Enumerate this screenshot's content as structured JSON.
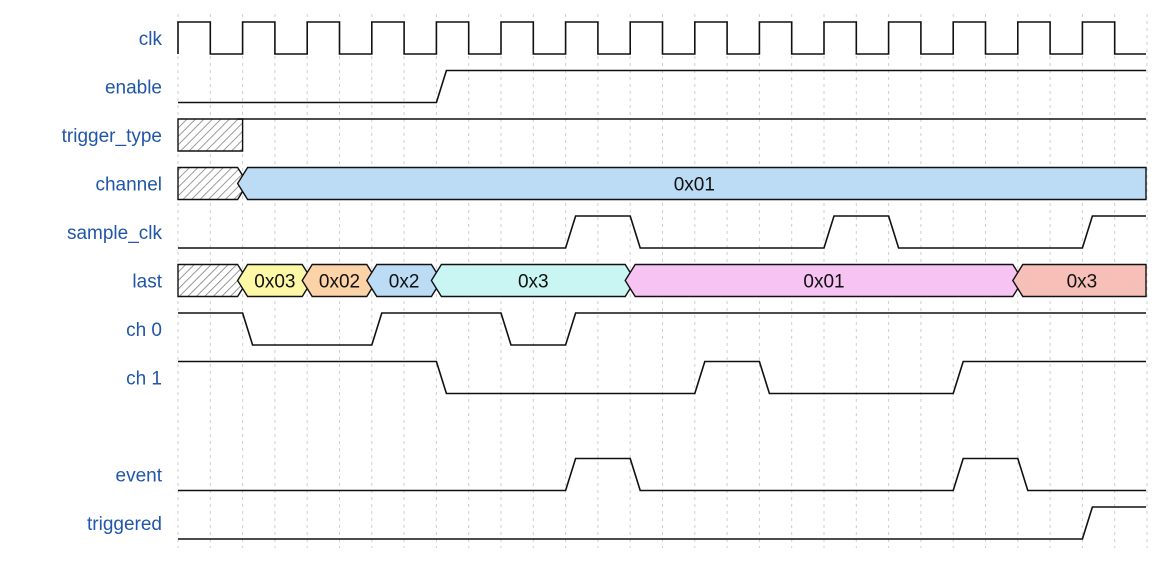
{
  "timing": {
    "cycles": 15,
    "colors": {
      "label": "#2156a8",
      "hatch": "#808080",
      "yellow": "#fdf8a6",
      "orange": "#fcd3a6",
      "blue": "#bcdcf6",
      "cyan": "#c9f6f3",
      "magenta": "#f6c3f3",
      "salmon": "#f6c0b8"
    },
    "signals": [
      {
        "name": "clk",
        "type": "clock"
      },
      {
        "name": "enable",
        "type": "wire",
        "levels": [
          0,
          0,
          0,
          0,
          1,
          1,
          1,
          1,
          1,
          1,
          1,
          1,
          1,
          1,
          1
        ]
      },
      {
        "name": "trigger_type",
        "type": "bus",
        "segments": [
          {
            "start": 0,
            "end": 1,
            "kind": "x"
          },
          {
            "start": 1,
            "end": 15,
            "kind": "z"
          }
        ]
      },
      {
        "name": "channel",
        "type": "bus",
        "segments": [
          {
            "start": 0,
            "end": 1,
            "kind": "x"
          },
          {
            "start": 1,
            "end": 15,
            "kind": "data",
            "label": "0x01",
            "color": "blue"
          }
        ]
      },
      {
        "name": "sample_clk",
        "type": "wire",
        "levels": [
          0,
          0,
          0,
          0,
          0,
          0,
          1,
          0,
          0,
          0,
          1,
          0,
          0,
          0,
          1
        ]
      },
      {
        "name": "last",
        "type": "bus",
        "segments": [
          {
            "start": 0,
            "end": 1,
            "kind": "x"
          },
          {
            "start": 1,
            "end": 2,
            "kind": "data",
            "label": "0x03",
            "color": "yellow"
          },
          {
            "start": 2,
            "end": 3,
            "kind": "data",
            "label": "0x02",
            "color": "orange"
          },
          {
            "start": 3,
            "end": 4,
            "kind": "data",
            "label": "0x2",
            "color": "blue"
          },
          {
            "start": 4,
            "end": 7,
            "kind": "data",
            "label": "0x3",
            "color": "cyan"
          },
          {
            "start": 7,
            "end": 13,
            "kind": "data",
            "label": "0x01",
            "color": "magenta"
          },
          {
            "start": 13,
            "end": 15,
            "kind": "data",
            "label": "0x3",
            "color": "salmon"
          }
        ]
      },
      {
        "name": "ch 0",
        "type": "wire",
        "levels": [
          1,
          0,
          0,
          1,
          1,
          0,
          1,
          1,
          1,
          1,
          1,
          1,
          1,
          1,
          1
        ]
      },
      {
        "name": "ch 1",
        "type": "wire",
        "levels": [
          1,
          1,
          1,
          1,
          0,
          0,
          0,
          0,
          1,
          0,
          0,
          0,
          1,
          1,
          1
        ]
      },
      {
        "name": "",
        "type": "spacer"
      },
      {
        "name": "event",
        "type": "wire",
        "levels": [
          0,
          0,
          0,
          0,
          0,
          0,
          1,
          0,
          0,
          0,
          0,
          0,
          1,
          0,
          0
        ]
      },
      {
        "name": "triggered",
        "type": "wire",
        "levels": [
          0,
          0,
          0,
          0,
          0,
          0,
          0,
          0,
          0,
          0,
          0,
          0,
          0,
          0,
          1
        ]
      }
    ]
  }
}
